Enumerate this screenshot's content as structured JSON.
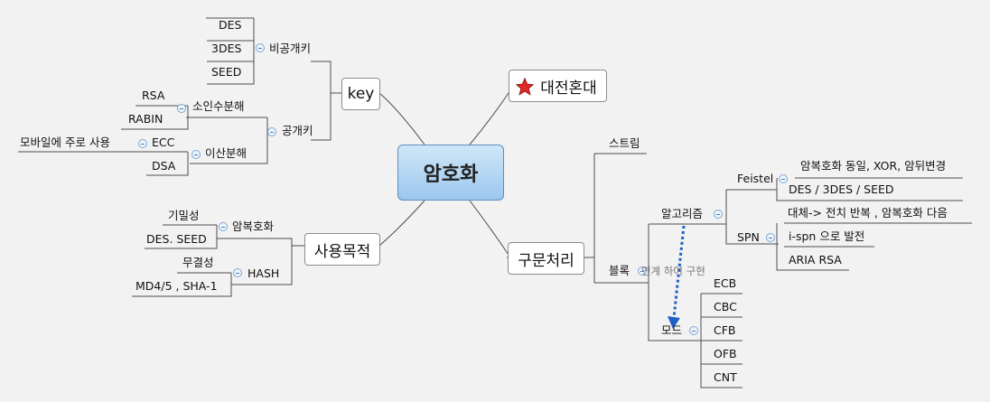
{
  "center": "암호화",
  "key": {
    "label": "key",
    "symmetric": {
      "label": "비공개키",
      "items": [
        "DES",
        "3DES",
        "SEED"
      ]
    },
    "public": {
      "label": "공개키",
      "factorization": {
        "label": "소인수분해",
        "items": [
          "RSA",
          "RABIN"
        ]
      },
      "discrete": {
        "label": "이산분해",
        "ecc_label": "ECC",
        "ecc_note": "모바일에 주로 사용",
        "dsa": "DSA"
      }
    }
  },
  "purpose": {
    "label": "사용목적",
    "encryption": {
      "label": "암복호화",
      "items": [
        "기밀성",
        "DES. SEED"
      ]
    },
    "hash": {
      "label": "HASH",
      "items": [
        "무결성",
        "MD4/5 , SHA-1"
      ]
    }
  },
  "countermeasure": {
    "label": "대전혼대",
    "icon": "star-icon"
  },
  "processing": {
    "label": "구문처리",
    "stream": "스트림",
    "block": {
      "label": "블록",
      "note": "연계 하여 구현",
      "algorithm": {
        "label": "알고리즘",
        "feistel": {
          "label": "Feistel",
          "items": [
            "암복호화 동일, XOR, 암뒤변경",
            "DES / 3DES / SEED"
          ]
        },
        "spn": {
          "label": "SPN",
          "items": [
            "대체-> 전치 반복 , 암복호화 다음",
            "i-spn 으로 발전",
            "ARIA RSA"
          ]
        }
      },
      "mode": {
        "label": "모드",
        "items": [
          "ECB",
          "CBC",
          "CFB",
          "OFB",
          "CNT"
        ]
      }
    }
  },
  "colors": {
    "line": "#4d4d4d",
    "central": "#9cc8ee",
    "arrow": "#1f5fc8",
    "star": "#e02828"
  }
}
